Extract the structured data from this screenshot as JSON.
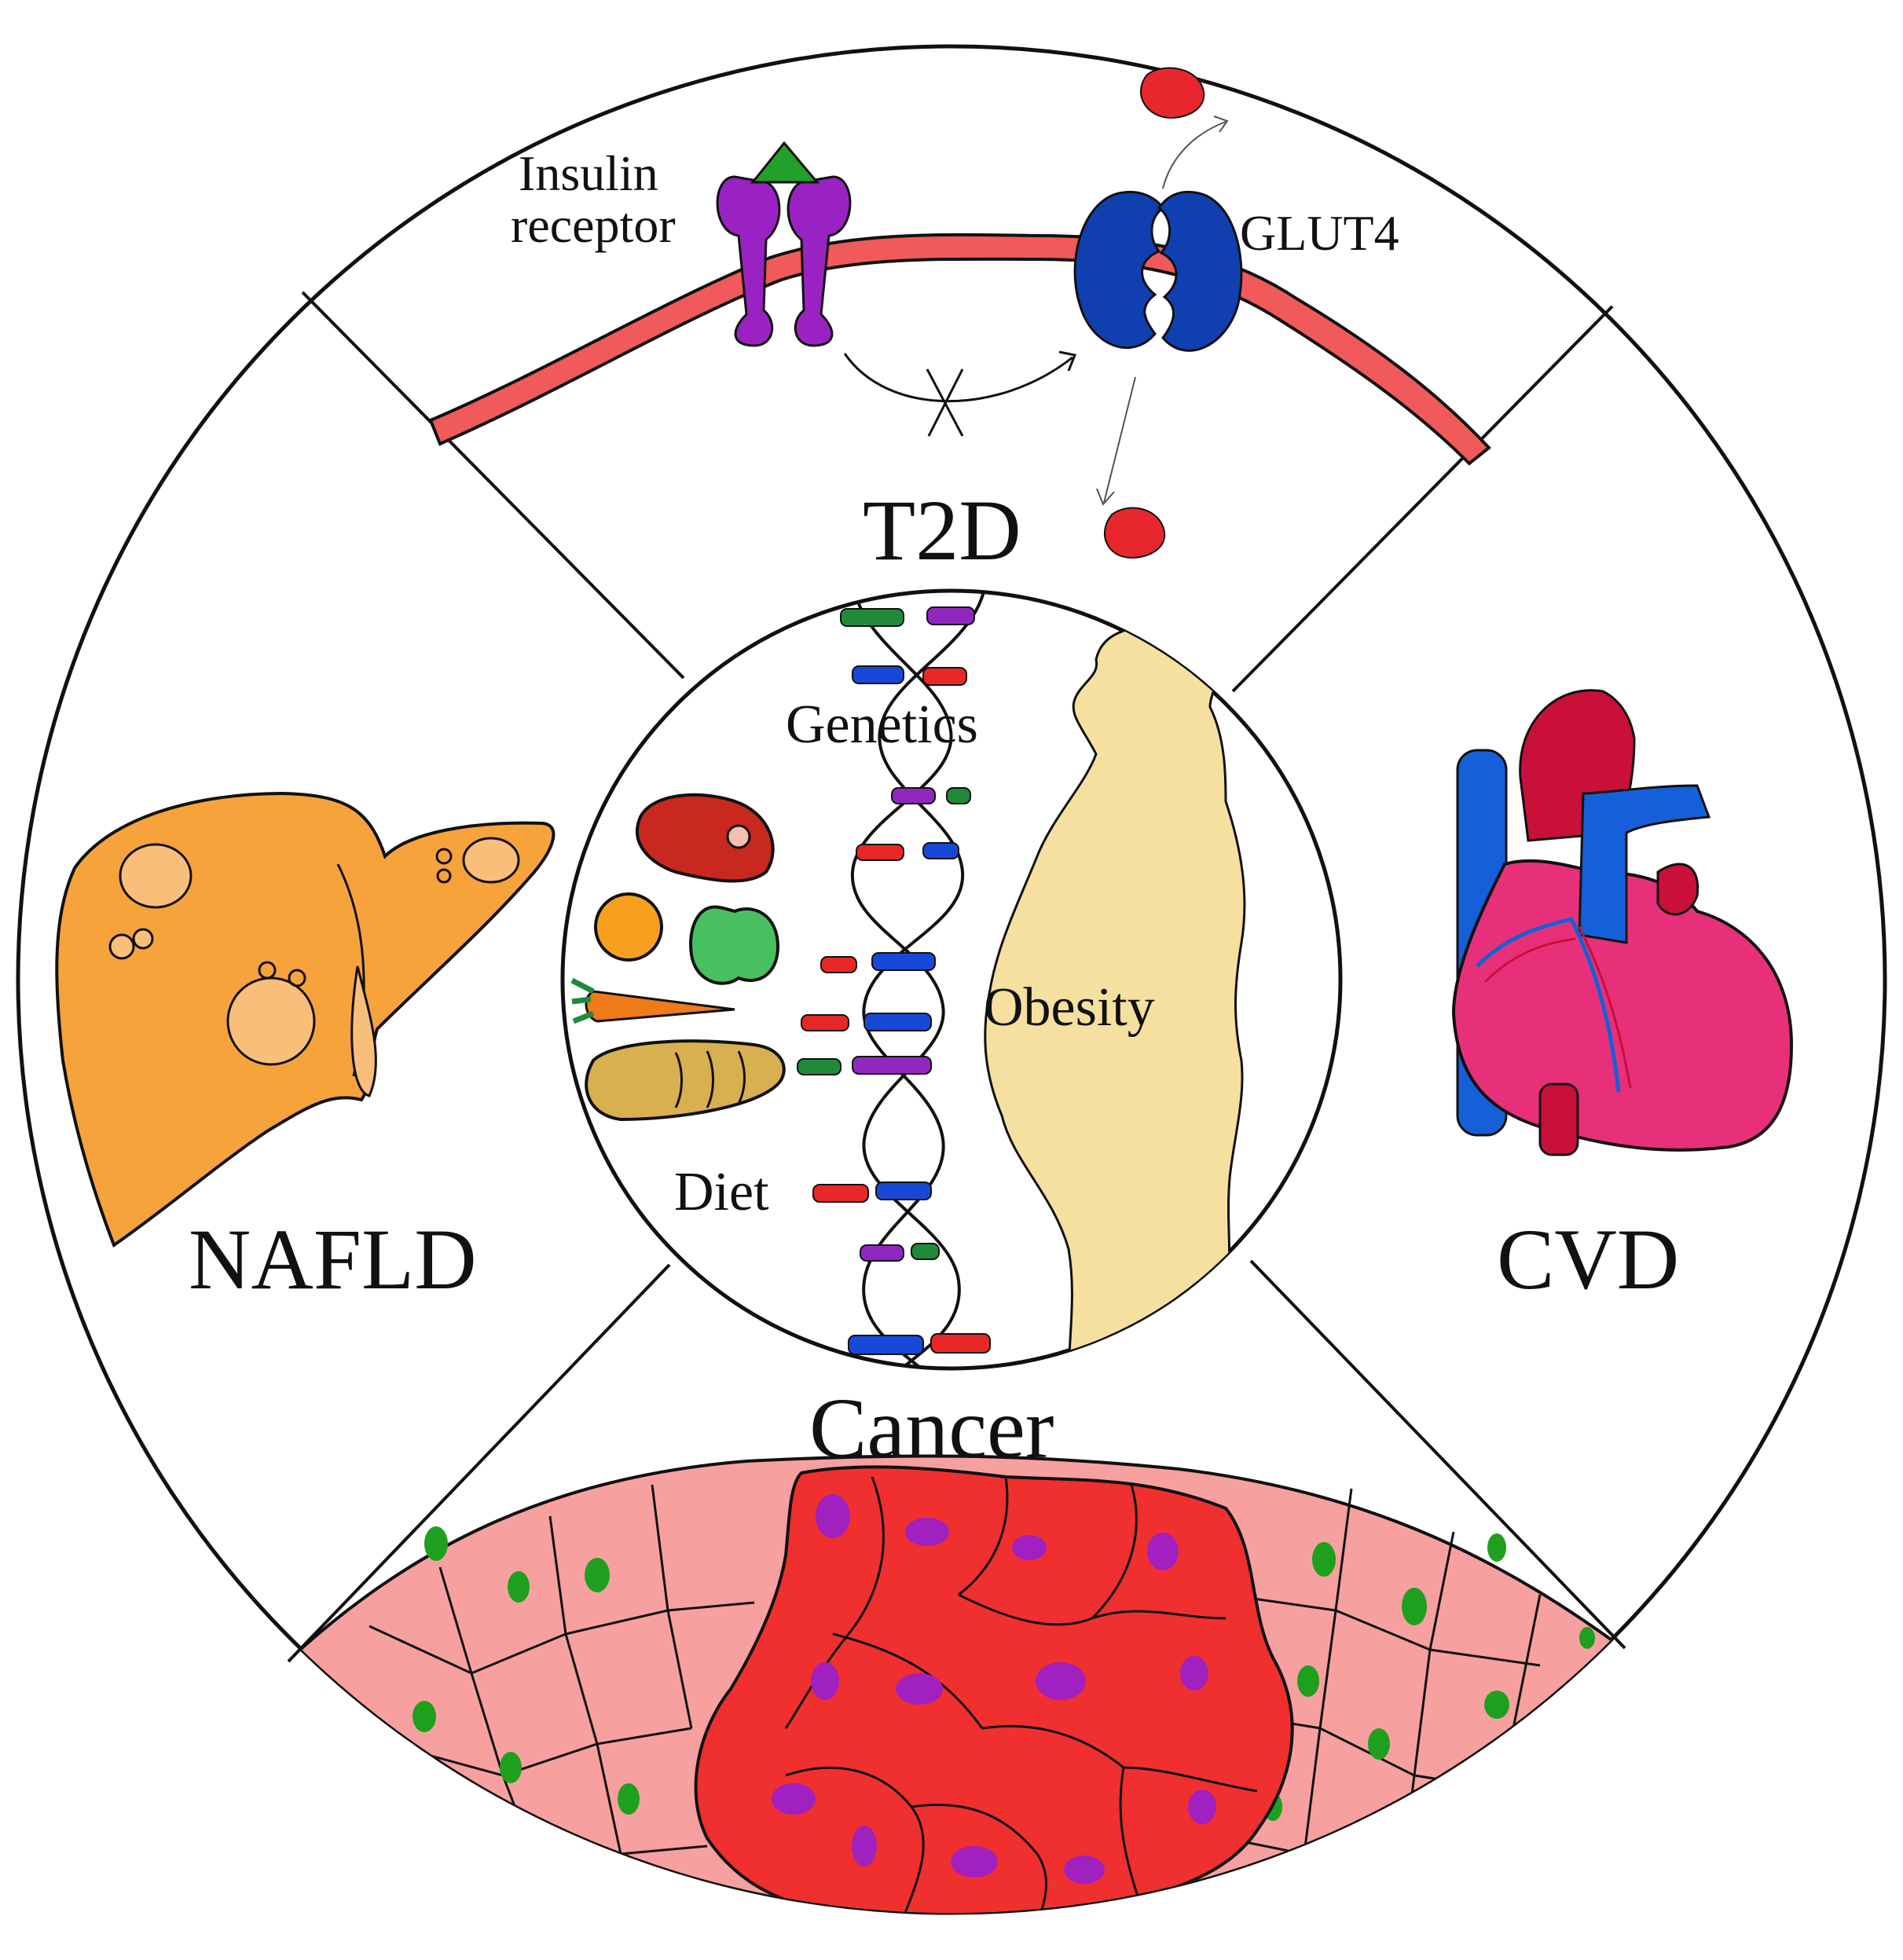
{
  "labels": {
    "insulin_receptor_line1": "Insulin",
    "insulin_receptor_line2": "receptor",
    "glut4": "GLUT4",
    "t2d": "T2D",
    "genetics": "Genetics",
    "obesity": "Obesity",
    "diet": "Diet",
    "nafld": "NAFLD",
    "cvd": "CVD",
    "cancer": "Cancer"
  },
  "colors": {
    "outline": "#111111",
    "membrane": "#f05a5a",
    "insulin_receptor": "#9b22c2",
    "insulin": "#22a02a",
    "glut4": "#1040b0",
    "glucose": "#e8262e",
    "liver": "#f7a33c",
    "liver_shade": "#f9bf7a",
    "heart_body": "#e8307a",
    "heart_artery": "#c8103a",
    "heart_vein": "#1560d8",
    "obesity_silhouette": "#f5e0a0",
    "normal_cell": "#f7a0a0",
    "normal_nucleus": "#1ea01e",
    "tumor_cell": "#f0302e",
    "tumor_nucleus": "#a020c0",
    "dna_red": "#e82828",
    "dna_blue": "#1848d8",
    "dna_green": "#208a3a",
    "dna_purple": "#9028c0"
  },
  "icons": [
    "insulin-receptor-icon",
    "glut4-transporter-icon",
    "glucose-icon",
    "liver-icon",
    "heart-icon",
    "dna-helix-icon",
    "body-silhouette-icon",
    "meat-icon",
    "orange-icon",
    "apple-icon",
    "carrot-icon",
    "bread-icon",
    "tissue-cells-icon"
  ]
}
